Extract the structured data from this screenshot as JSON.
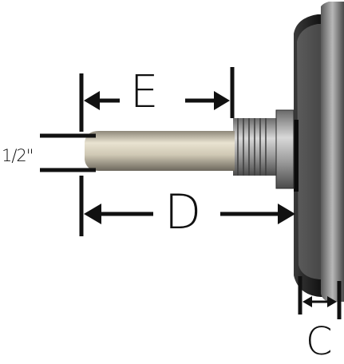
{
  "diagram": {
    "labels": {
      "e": "E",
      "d": "D",
      "c": "C",
      "stem_diameter": "1/2\""
    },
    "colors": {
      "ink": "#111111",
      "stem": "#cfc8b4",
      "dial_case": "#1c1c1c",
      "bezel": "#6e6e6e"
    }
  }
}
